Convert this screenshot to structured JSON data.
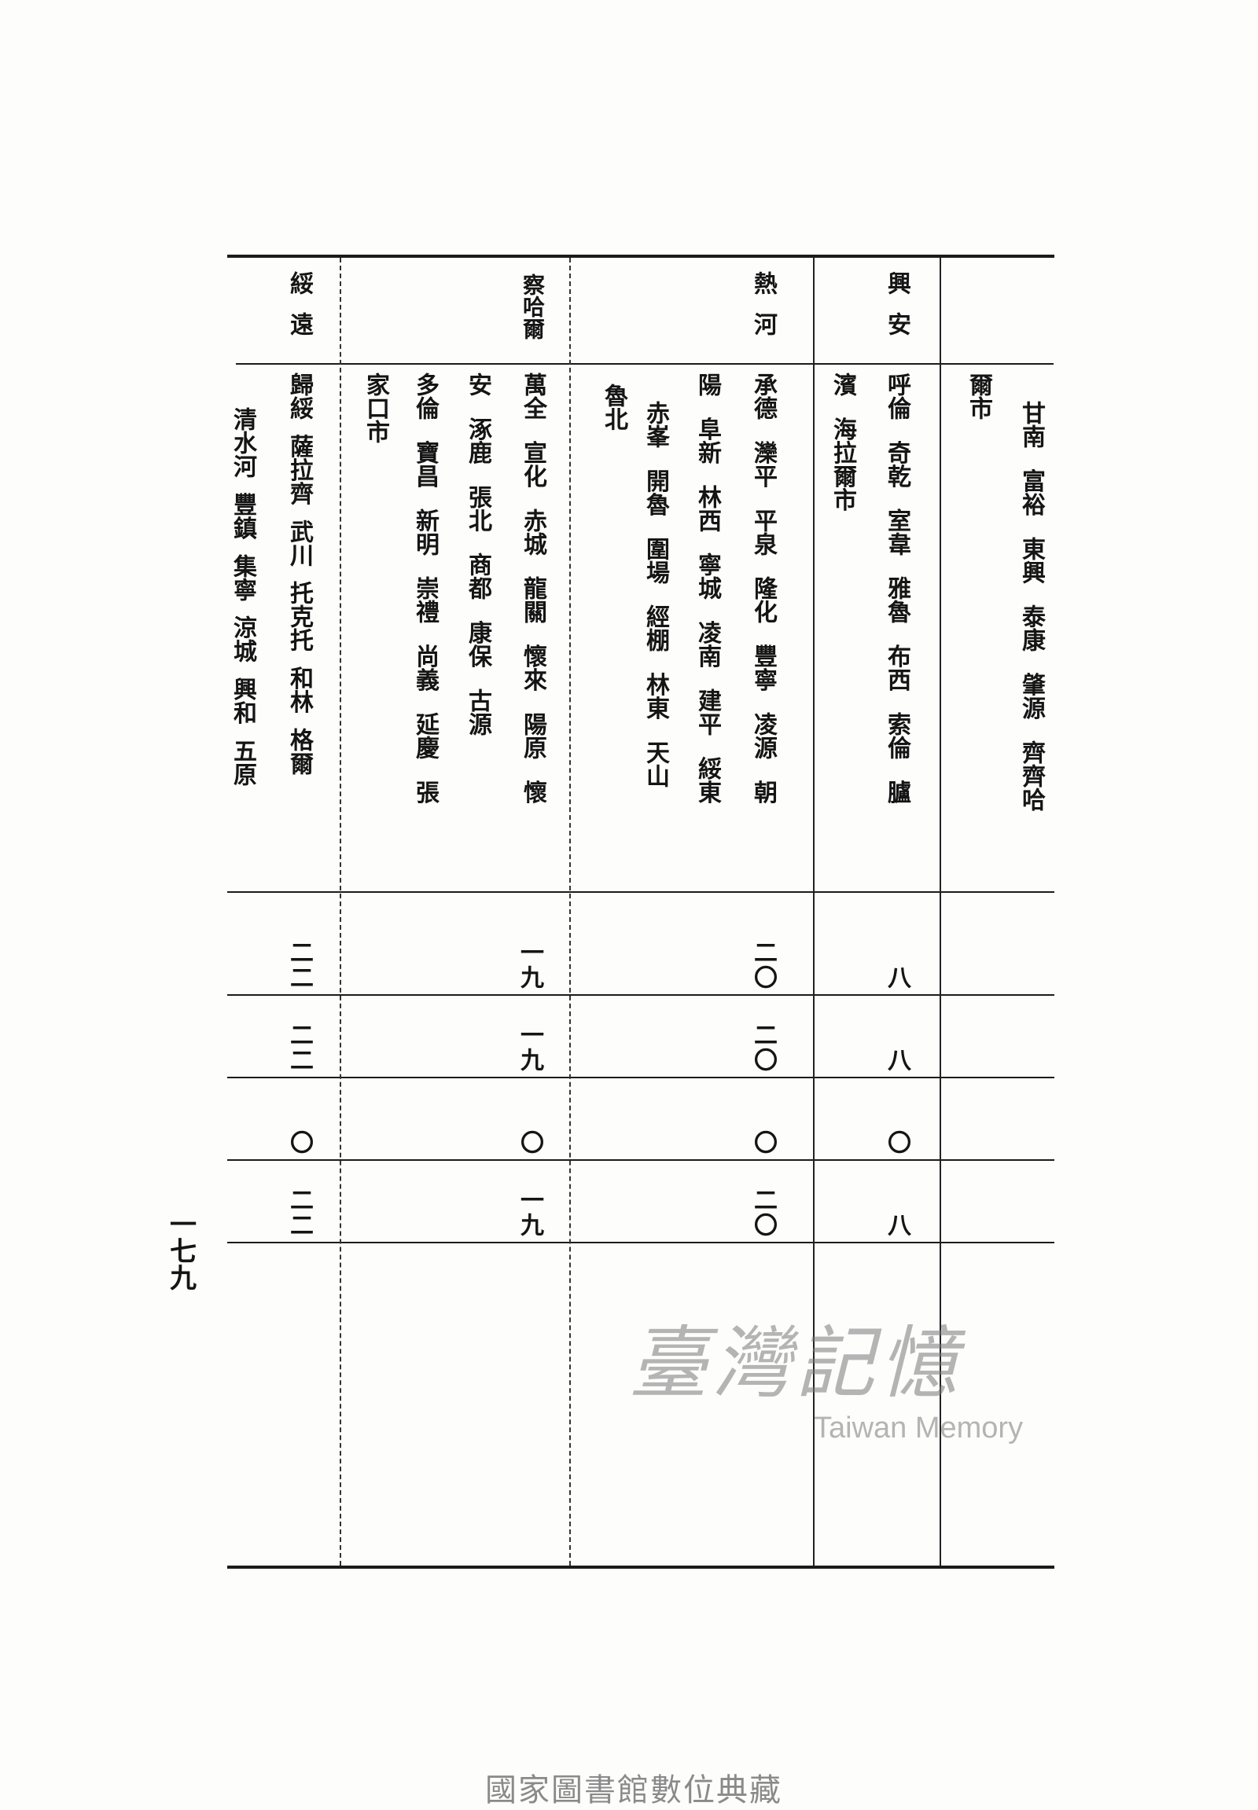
{
  "table": {
    "continued_column": {
      "lines": [
        "甘南 富裕 東興 泰康 肇源 齊齊哈",
        "爾市"
      ]
    },
    "provinces": [
      {
        "name": "興安",
        "lines": [
          "呼倫 奇乾 室韋 雅魯 布西 索倫 臚",
          "濱 海拉爾市"
        ],
        "values": [
          "八",
          "八",
          "〇",
          "八"
        ]
      },
      {
        "name": "熱河",
        "lines": [
          "承德 灤平 平泉 隆化 豐寧 凌源 朝",
          "陽 阜新 林西 寧城 凌南 建平 綏東",
          "赤峯 開魯 圍場 經棚 林東 天山",
          "魯北"
        ],
        "values": [
          "二〇",
          "二〇",
          "〇",
          "二〇"
        ]
      },
      {
        "name": "察哈爾",
        "lines": [
          "萬全 宣化 赤城 龍關 懷來 陽原 懷",
          "安 涿鹿 張北 商都 康保 古源",
          "多倫 寶昌 新明 崇禮 尚義 延慶 張",
          "家口市"
        ],
        "values": [
          "一九",
          "一九",
          "〇",
          "一九"
        ]
      },
      {
        "name": "綏遠",
        "lines": [
          "歸綏 薩拉齊 武川 托克托 和林 格爾",
          "清水河 豐鎮 集寧 涼城 興和 五原"
        ],
        "values": [
          "二二",
          "二二",
          "〇",
          "二二"
        ]
      }
    ]
  },
  "page_number": "一七九",
  "watermark": {
    "chinese": "臺灣記憶",
    "english": "Taiwan Memory"
  },
  "footer": "國家圖書館數位典藏"
}
